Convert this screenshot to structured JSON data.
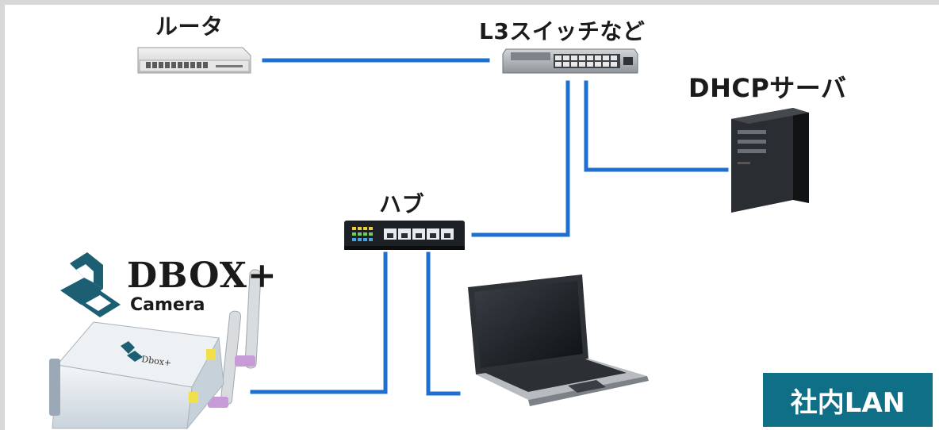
{
  "labels": {
    "router": "ルータ",
    "l3_switch": "L3スイッチなど",
    "dhcp_server": "DHCPサーバ",
    "hub": "ハブ"
  },
  "brand": {
    "name": "DBOX+",
    "subtitle": "Camera"
  },
  "badge": {
    "text": "社内LAN"
  },
  "colors": {
    "cable": "#1f6fd0",
    "badge_bg": "#0e6f86",
    "logo_teal": "#1c5f73"
  },
  "icons": [
    "router-icon",
    "l3-switch-icon",
    "dhcp-server-icon",
    "hub-icon",
    "laptop-icon",
    "dbox-camera-device-icon",
    "dbox-logo-icon"
  ]
}
